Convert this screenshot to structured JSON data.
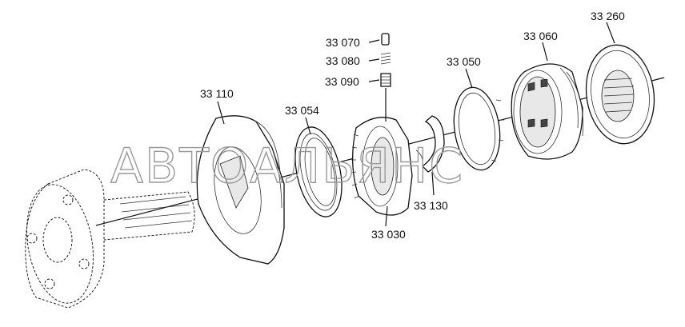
{
  "watermark": "АВТОАЛЬЯНС",
  "labels": {
    "p33070": "33 070",
    "p33080": "33 080",
    "p33090": "33 090",
    "p33110": "33 110",
    "p33054": "33 054",
    "p33030": "33 030",
    "p33130": "33 130",
    "p33050": "33 050",
    "p33060": "33 060",
    "p33260": "33 260"
  },
  "colors": {
    "line": "#111111",
    "watermark": "#9a9a9a",
    "background": "#ffffff"
  }
}
